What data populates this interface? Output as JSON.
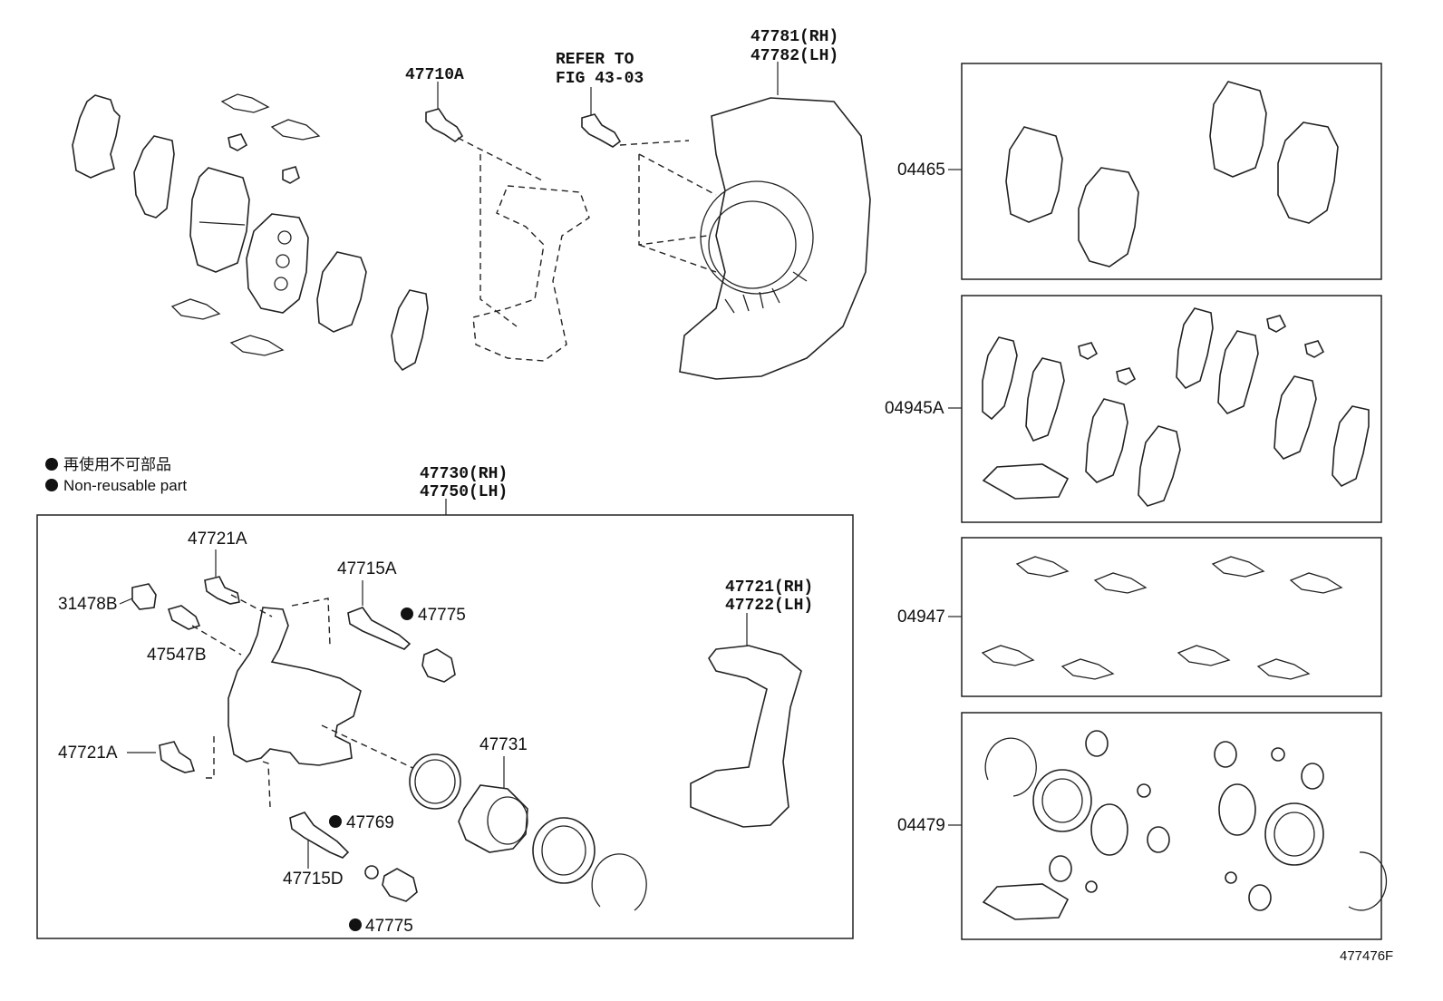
{
  "diagram": {
    "labels": {
      "p47710A": "47710A",
      "refer1": "REFER TO",
      "refer2": "FIG 43-03",
      "p47781": "47781(RH)",
      "p47782": "47782(LH)",
      "p04465": "04465",
      "p04945A": "04945A",
      "p04947": "04947",
      "p04479": "04479",
      "p47730": "47730(RH)",
      "p47750": "47750(LH)",
      "p47721A_top": "47721A",
      "p47715A": "47715A",
      "p31478B": "31478B",
      "p47547B": "47547B",
      "p47775_top": "47775",
      "p47721RH": "47721(RH)",
      "p47722LH": "47722(LH)",
      "p47721A_bot": "47721A",
      "p47731": "47731",
      "p47769": "47769",
      "p47715D": "47715D",
      "p47775_bot": "47775"
    },
    "legend": {
      "jp": "再使用不可部品",
      "en": "Non-reusable part"
    },
    "figure_id": "477476F"
  }
}
